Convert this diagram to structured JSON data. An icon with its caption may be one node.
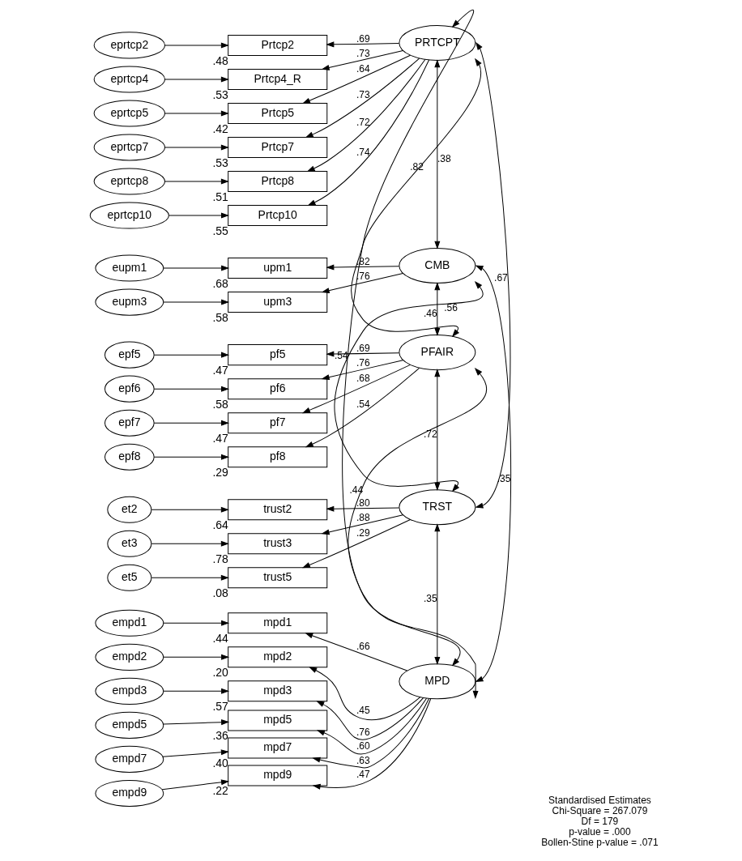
{
  "diagram": {
    "nodes": [
      {
        "text": [
          "eprtcp2"
        ]
      },
      {
        "text": [
          "Prtcp2"
        ],
        "beside": [
          ".48"
        ]
      },
      {
        "text": [
          "eprtcp4"
        ]
      },
      {
        "text": [
          "Prtcp4_R"
        ],
        "beside": [
          ".53"
        ]
      },
      {
        "text": [
          "eprtcp5"
        ]
      },
      {
        "text": [
          "Prtcp5"
        ],
        "beside": [
          ".42"
        ]
      },
      {
        "text": [
          "eprtcp7"
        ]
      },
      {
        "text": [
          "Prtcp7"
        ],
        "beside": [
          ".53"
        ]
      },
      {
        "text": [
          "eprtcp8"
        ]
      },
      {
        "text": [
          "Prtcp8"
        ],
        "beside": [
          ".51"
        ]
      },
      {
        "text": [
          "eprtcp10"
        ]
      },
      {
        "text": [
          "Prtcp10"
        ],
        "beside": [
          ".55"
        ]
      },
      {
        "text": [
          "PRTCPT"
        ]
      },
      {
        "text": [
          "eupm1"
        ]
      },
      {
        "text": [
          "upm1"
        ],
        "beside": [
          ".68"
        ]
      },
      {
        "text": [
          "eupm3"
        ]
      },
      {
        "text": [
          "upm3"
        ],
        "beside": [
          ".58"
        ]
      },
      {
        "text": [
          "CMB"
        ]
      },
      {
        "text": [
          "epf5"
        ]
      },
      {
        "text": [
          "pf5"
        ],
        "beside": [
          ".47"
        ]
      },
      {
        "text": [
          "epf6"
        ]
      },
      {
        "text": [
          "pf6"
        ],
        "beside": [
          ".58"
        ]
      },
      {
        "text": [
          "epf7"
        ]
      },
      {
        "text": [
          "pf7"
        ],
        "beside": [
          ".47"
        ]
      },
      {
        "text": [
          "epf8"
        ]
      },
      {
        "text": [
          "pf8"
        ],
        "beside": [
          ".29"
        ]
      },
      {
        "text": [
          "PFAIR"
        ]
      },
      {
        "text": [
          "et2"
        ]
      },
      {
        "text": [
          "trust2"
        ],
        "beside": [
          ".64"
        ]
      },
      {
        "text": [
          "et3"
        ]
      },
      {
        "text": [
          "trust3"
        ],
        "beside": [
          ".78"
        ]
      },
      {
        "text": [
          "et5"
        ]
      },
      {
        "text": [
          "trust5"
        ],
        "beside": [
          ".08"
        ]
      },
      {
        "text": [
          "TRST"
        ]
      },
      {
        "text": [
          "empd1"
        ]
      },
      {
        "text": [
          "mpd1"
        ],
        "beside": [
          ".44"
        ]
      },
      {
        "text": [
          "empd2"
        ]
      },
      {
        "text": [
          "mpd2"
        ],
        "beside": [
          ".20"
        ]
      },
      {
        "text": [
          "empd3"
        ]
      },
      {
        "text": [
          "mpd3"
        ],
        "beside": [
          ".57"
        ]
      },
      {
        "text": [
          "empd5"
        ]
      },
      {
        "text": [
          "mpd5"
        ],
        "beside": [
          ".36"
        ]
      },
      {
        "text": [
          "empd7"
        ]
      },
      {
        "text": [
          "mpd7"
        ],
        "beside": [
          ".40"
        ]
      },
      {
        "text": [
          "empd9"
        ]
      },
      {
        "text": [
          "mpd9"
        ],
        "beside": [
          ".22"
        ]
      },
      {
        "text": [
          "MPD"
        ]
      }
    ],
    "edges": [
      {
        "from": 0,
        "to": 1,
        "arrow": "to"
      },
      {
        "from": 2,
        "to": 3,
        "arrow": "to"
      },
      {
        "from": 4,
        "to": 5,
        "arrow": "to"
      },
      {
        "from": 6,
        "to": 7,
        "arrow": "to"
      },
      {
        "from": 8,
        "to": 9,
        "arrow": "to"
      },
      {
        "from": 10,
        "to": 11,
        "arrow": "to"
      },
      {
        "from": 12,
        "to": 1,
        "arrow": "to",
        "label": ".69"
      },
      {
        "from": 12,
        "to": 3,
        "arrow": "to",
        "label": ".73"
      },
      {
        "from": 12,
        "to": 5,
        "arrow": "to",
        "label": ".64"
      },
      {
        "from": 12,
        "to": 7,
        "arrow": "to",
        "label": ".73"
      },
      {
        "from": 12,
        "to": 9,
        "arrow": "to",
        "label": ".72"
      },
      {
        "from": 12,
        "to": 11,
        "arrow": "to",
        "label": ".74"
      },
      {
        "from": 13,
        "to": 14,
        "arrow": "to"
      },
      {
        "from": 15,
        "to": 16,
        "arrow": "to"
      },
      {
        "from": 17,
        "to": 14,
        "arrow": "to",
        "label": ".82"
      },
      {
        "from": 17,
        "to": 16,
        "arrow": "to",
        "label": ".76"
      },
      {
        "from": 18,
        "to": 19,
        "arrow": "to"
      },
      {
        "from": 20,
        "to": 21,
        "arrow": "to"
      },
      {
        "from": 22,
        "to": 23,
        "arrow": "to"
      },
      {
        "from": 24,
        "to": 25,
        "arrow": "to"
      },
      {
        "from": 26,
        "to": 19,
        "arrow": "to",
        "label": ".69"
      },
      {
        "from": 26,
        "to": 21,
        "arrow": "to",
        "label": ".76"
      },
      {
        "from": 26,
        "to": 23,
        "arrow": "to",
        "label": ".68"
      },
      {
        "from": 26,
        "to": 25,
        "arrow": "to",
        "label": ".54"
      },
      {
        "from": 27,
        "to": 28,
        "arrow": "to"
      },
      {
        "from": 29,
        "to": 30,
        "arrow": "to"
      },
      {
        "from": 31,
        "to": 32,
        "arrow": "to"
      },
      {
        "from": 33,
        "to": 28,
        "arrow": "to",
        "label": ".80"
      },
      {
        "from": 33,
        "to": 30,
        "arrow": "to",
        "label": ".88"
      },
      {
        "from": 33,
        "to": 32,
        "arrow": "to",
        "label": ".29"
      },
      {
        "from": 34,
        "to": 35,
        "arrow": "to"
      },
      {
        "from": 36,
        "to": 37,
        "arrow": "to"
      },
      {
        "from": 38,
        "to": 39,
        "arrow": "to"
      },
      {
        "from": 40,
        "to": 41,
        "arrow": "to"
      },
      {
        "from": 42,
        "to": 43,
        "arrow": "to"
      },
      {
        "from": 44,
        "to": 45,
        "arrow": "to"
      },
      {
        "from": 46,
        "to": 35,
        "arrow": "to",
        "label": ".66"
      },
      {
        "from": 46,
        "to": 37,
        "arrow": "to",
        "label": ".45"
      },
      {
        "from": 46,
        "to": 39,
        "arrow": "to",
        "label": ".76"
      },
      {
        "from": 46,
        "to": 41,
        "arrow": "to",
        "label": ".60"
      },
      {
        "from": 46,
        "to": 43,
        "arrow": "to",
        "label": ".63"
      },
      {
        "from": 46,
        "to": 45,
        "arrow": "to",
        "label": ".47"
      },
      {
        "from": 12,
        "to": 17,
        "arrow": "both",
        "label": ".38"
      },
      {
        "from": 12,
        "to": 26,
        "arrow": "both",
        "label": ".82"
      },
      {
        "from": 12,
        "to": 33,
        "arrow": "both",
        "label": ".67"
      },
      {
        "from": 12,
        "to": 46,
        "arrow": "both",
        "label": ".54"
      },
      {
        "from": 17,
        "to": 26,
        "arrow": "both",
        "label": ".46"
      },
      {
        "from": 17,
        "to": 33,
        "arrow": "both",
        "label": ".56"
      },
      {
        "from": 17,
        "to": 46,
        "arrow": "both",
        "label": ".35"
      },
      {
        "from": 26,
        "to": 33,
        "arrow": "both",
        "label": ".72"
      },
      {
        "from": 26,
        "to": 46,
        "arrow": "both",
        "label": ".44"
      },
      {
        "from": 33,
        "to": 46,
        "arrow": "both",
        "label": ".35"
      }
    ],
    "labels": [
      "Standardised Estimates",
      "Chi-Square = 267.079",
      "Df = 179",
      "p-value = .000",
      "Bollen-Stine p-value = .071"
    ]
  }
}
